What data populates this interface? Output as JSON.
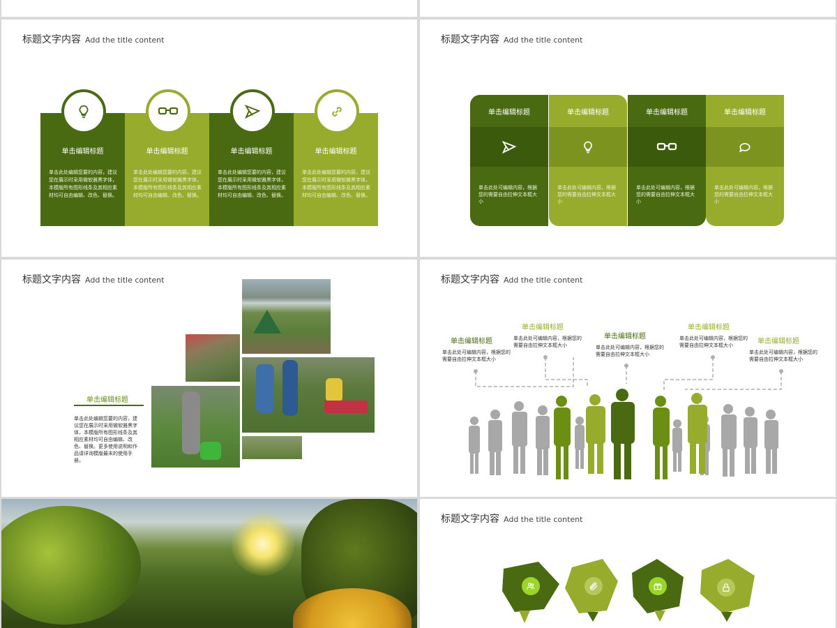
{
  "title": {
    "cn": "标题文字内容",
    "en": "Add the title content"
  },
  "colors": {
    "dark_green": "#4a6a12",
    "light_green": "#97ac2c",
    "gray": "#a8a8a8"
  },
  "slide_a": {
    "cols": [
      {
        "icon": "lightbulb-icon",
        "heading": "单击编辑标题",
        "body": "单击此处编辑您要的内容，建议您在展示时采用微软雅黑字体，本模版所有图形线条及其相应素材均可自由编辑、改色、替换。"
      },
      {
        "icon": "glasses-icon",
        "heading": "单击编辑标题",
        "body": "单击此处编辑您要的内容，建议您在展示时采用微软雅黑字体，本模版所有图形线条及其相应素材均可自由编辑、改色、替换。"
      },
      {
        "icon": "paper-plane-icon",
        "heading": "单击编辑标题",
        "body": "单击此处编辑您要的内容，建议您在展示时采用微软雅黑字体，本模版所有图形线条及其相应素材均可自由编辑、改色、替换。"
      },
      {
        "icon": "link-icon",
        "heading": "单击编辑标题",
        "body": "单击此处编辑您要的内容，建议您在展示时采用微软雅黑字体，本模版所有图形线条及其相应素材均可自由编辑、改色、替换。"
      }
    ]
  },
  "slide_b": {
    "tabs": [
      {
        "icon": "paper-plane-icon",
        "heading": "单击编辑标题",
        "body": "单击此处可编辑内容，根据您的需要自由拉伸文本框大小"
      },
      {
        "icon": "lightbulb-icon",
        "heading": "单击编辑标题",
        "body": "单击此处可编辑内容，根据您的需要自由拉伸文本框大小"
      },
      {
        "icon": "glasses-icon",
        "heading": "单击编辑标题",
        "body": "单击此处可编辑内容，根据您的需要自由拉伸文本框大小"
      },
      {
        "icon": "chat-bubble-icon",
        "heading": "单击编辑标题",
        "body": "单击此处可编辑内容，根据您的需要自由拉伸文本框大小"
      }
    ]
  },
  "slide_c": {
    "heading": "单击编辑标题",
    "body": "单击此处编辑您要的内容，建议您在展示时采用微软雅黑字体，本模版所有图形线条及其相应素材均可自由编辑、改色、替换。更多使用说明和作品请详询模版最末的使用手册。"
  },
  "slide_d": {
    "items": [
      {
        "heading": "单击编辑标题",
        "body": "单击此处可编辑内容，根据您的需要自由拉伸文本框大小"
      },
      {
        "heading": "单击编辑标题",
        "body": "单击此处可编辑内容，根据您的需要自由拉伸文本框大小"
      },
      {
        "heading": "单击编辑标题",
        "body": "单击此处可编辑内容，根据您的需要自由拉伸文本框大小"
      },
      {
        "heading": "单击编辑标题",
        "body": "单击此处可编辑内容，根据您的需要自由拉伸文本框大小"
      },
      {
        "heading": "单击编辑标题",
        "body": "单击此处可编辑内容，根据您的需要自由拉伸文本框大小"
      }
    ]
  },
  "slide_f": {
    "icons": [
      "people-icon",
      "paperclip-icon",
      "gift-icon",
      "lock-icon"
    ]
  }
}
